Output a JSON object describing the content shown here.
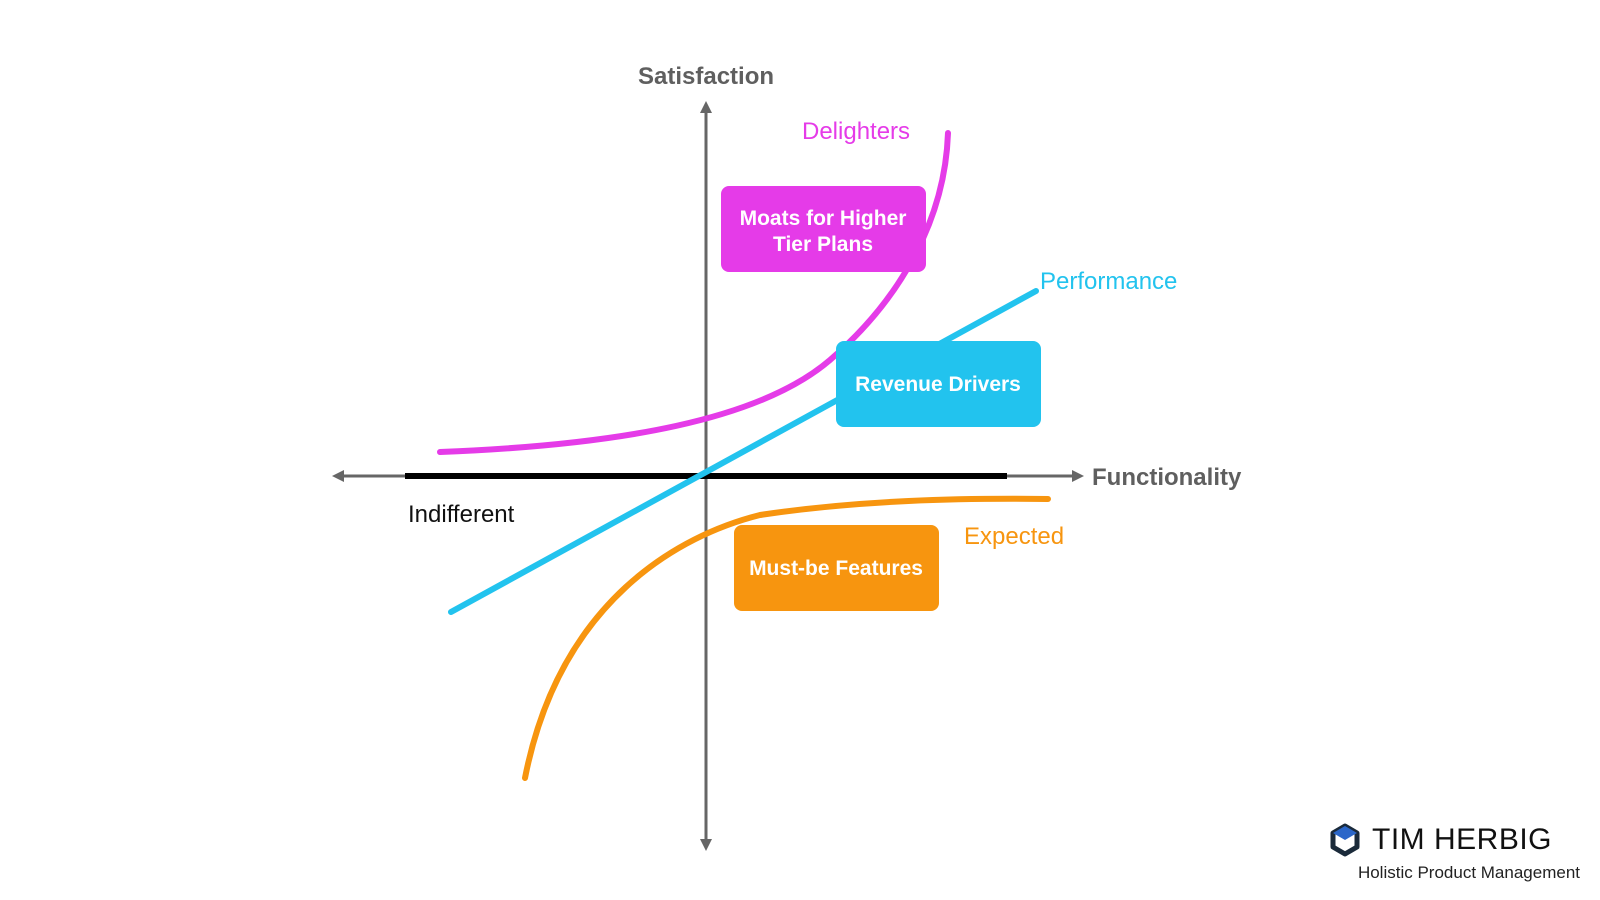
{
  "axes": {
    "y_title": "Satisfaction",
    "x_title": "Functionality",
    "axis_color": "#666666",
    "indifferent_line_color": "#000000"
  },
  "labels": {
    "indifferent": "Indifferent"
  },
  "curves": {
    "delighters": {
      "label": "Delighters",
      "color": "#e53be8"
    },
    "performance": {
      "label": "Performance",
      "color": "#22c3ee"
    },
    "expected": {
      "label": "Expected",
      "color": "#f7950f"
    }
  },
  "boxes": {
    "moats": {
      "lines": [
        "Moats for Higher",
        "Tier Plans"
      ],
      "color": "#e53be8"
    },
    "revenue": {
      "lines": [
        "Revenue Drivers"
      ],
      "color": "#22c3ee"
    },
    "mustbe": {
      "lines": [
        "Must-be Features"
      ],
      "color": "#f7950f"
    }
  },
  "branding": {
    "name": "TIM HERBIG",
    "tagline": "Holistic Product Management",
    "logo_icon": "hexagon-icon",
    "logo_color": "#1a2a3a"
  }
}
